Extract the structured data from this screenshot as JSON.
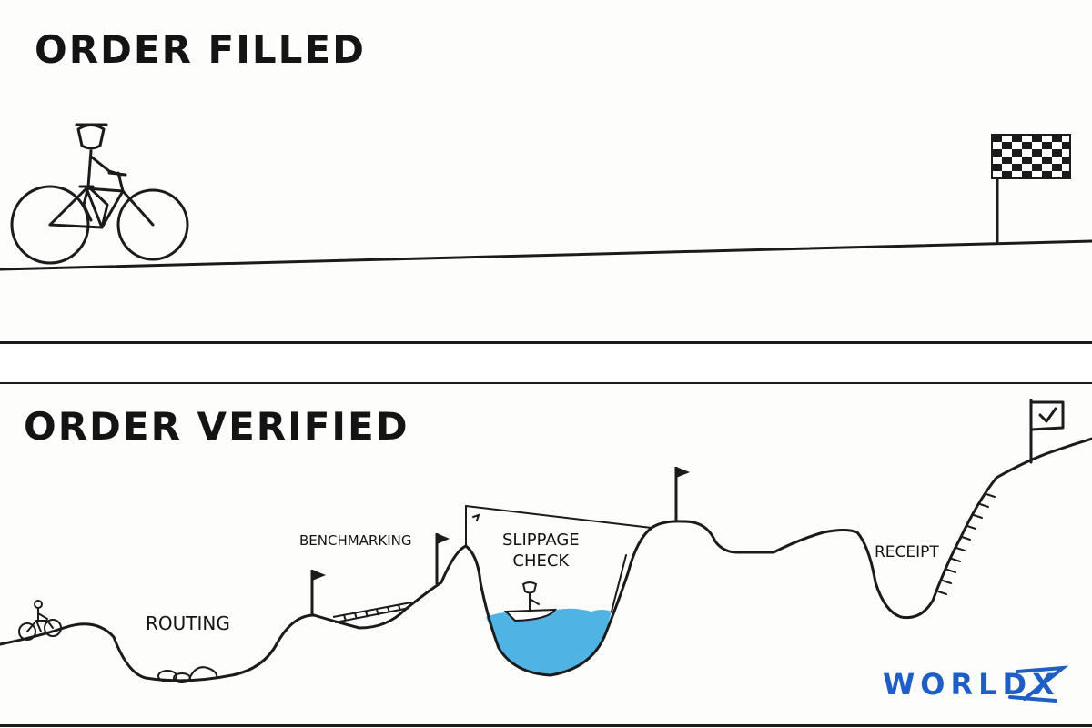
{
  "panels": {
    "top": {
      "title": "ORDER FILLED"
    },
    "bottom": {
      "title": "ORDER VERIFIED",
      "stages": {
        "routing": "ROUTING",
        "benchmarking": "BENCHMARKING",
        "slippage_line1": "SLIPPAGE",
        "slippage_line2": "CHECK",
        "receipt": "RECEIPT"
      }
    }
  },
  "brand": {
    "name": "WORLDX",
    "color": "#1f5fc4"
  },
  "colors": {
    "ink": "#141414",
    "water": "#4fb3e3"
  },
  "icons": [
    "bicycle-rider-icon",
    "checkered-finish-flag-icon",
    "checkmark-flag-icon",
    "pennant-flag-icon",
    "rowboat-icon"
  ]
}
